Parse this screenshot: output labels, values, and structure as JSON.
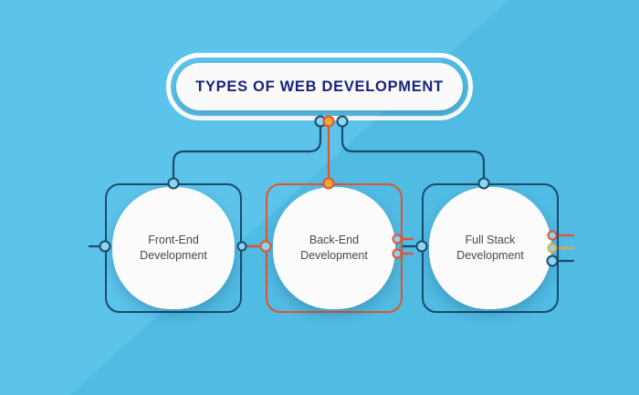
{
  "theme": {
    "background": "#53c1ea",
    "navy": "#1c4a6e",
    "title_text_color": "#18247a",
    "accent_red": "#e2542f",
    "accent_amber": "#e8a935",
    "card_surface": "#fbfbfb",
    "card_label_color": "#4a4a4a"
  },
  "title": {
    "text": "TYPES OF WEB DEVELOPMENT"
  },
  "top_connectors": [
    {
      "name": "connector-node-left",
      "color": "#1c4a6e"
    },
    {
      "name": "connector-node-center",
      "color": "#e2542f"
    },
    {
      "name": "connector-node-right",
      "color": "#1c4a6e"
    }
  ],
  "cards": [
    {
      "id": "front-end",
      "label": "Front-End\nDevelopment",
      "outline_color": "#1c4a6e",
      "highlighted": false,
      "nodes": [
        {
          "name": "node-top",
          "color": "#1c4a6e"
        },
        {
          "name": "node-left",
          "color": "#1c4a6e"
        },
        {
          "name": "node-right",
          "color": "#1c4a6e"
        }
      ]
    },
    {
      "id": "back-end",
      "label": "Back-End\nDevelopment",
      "outline_color": "#e2542f",
      "highlighted": true,
      "nodes": [
        {
          "name": "node-top",
          "color": "#e2542f"
        },
        {
          "name": "node-left",
          "color": "#e2542f"
        },
        {
          "name": "node-right-upper",
          "color": "#e2542f"
        },
        {
          "name": "node-right-lower",
          "color": "#e2542f"
        }
      ]
    },
    {
      "id": "full-stack",
      "label": "Full Stack\nDevelopment",
      "outline_color": "#1c4a6e",
      "highlighted": false,
      "nodes": [
        {
          "name": "node-top",
          "color": "#1c4a6e"
        },
        {
          "name": "node-left",
          "color": "#1c4a6e"
        },
        {
          "name": "node-right-red",
          "color": "#e2542f"
        },
        {
          "name": "node-right-amber",
          "color": "#e8a935"
        },
        {
          "name": "node-right-navy",
          "color": "#1c4a6e"
        }
      ]
    }
  ]
}
